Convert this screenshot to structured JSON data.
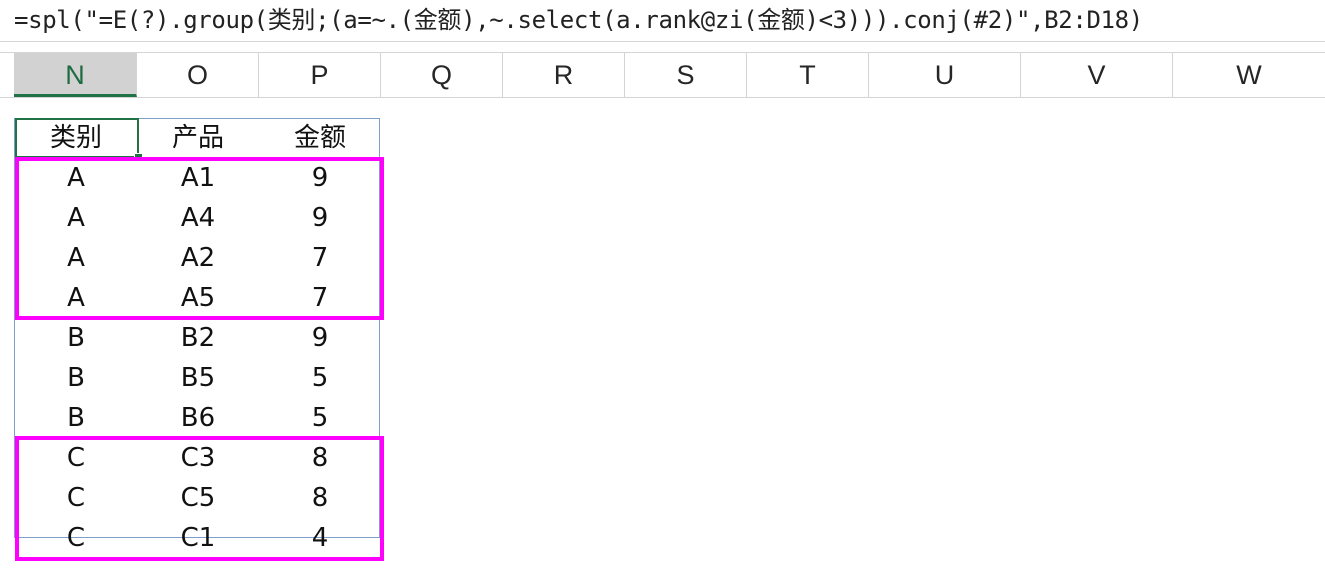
{
  "formula_bar": {
    "text": "=spl(\"=E(?).group(类别;(a=~.(金额),~.select(a.rank@zi(金额)<3))).conj(#2)\",B2:D18)"
  },
  "column_headers": [
    "N",
    "O",
    "P",
    "Q",
    "R",
    "S",
    "T",
    "U",
    "V",
    "W"
  ],
  "selected_column": "N",
  "table": {
    "headers": [
      "类别",
      "产品",
      "金额"
    ],
    "rows": [
      [
        "A",
        "A1",
        "9"
      ],
      [
        "A",
        "A4",
        "9"
      ],
      [
        "A",
        "A2",
        "7"
      ],
      [
        "A",
        "A5",
        "7"
      ],
      [
        "B",
        "B2",
        "9"
      ],
      [
        "B",
        "B5",
        "5"
      ],
      [
        "B",
        "B6",
        "5"
      ],
      [
        "C",
        "C3",
        "8"
      ],
      [
        "C",
        "C5",
        "8"
      ],
      [
        "C",
        "C1",
        "4"
      ]
    ]
  },
  "highlight_groups": [
    {
      "group": "A",
      "first_row": 0,
      "last_row": 3
    },
    {
      "group": "C",
      "first_row": 7,
      "last_row": 9
    }
  ],
  "colors": {
    "highlight": "#ff00ff",
    "selection": "#217346",
    "table_border": "#7f9ec9"
  }
}
